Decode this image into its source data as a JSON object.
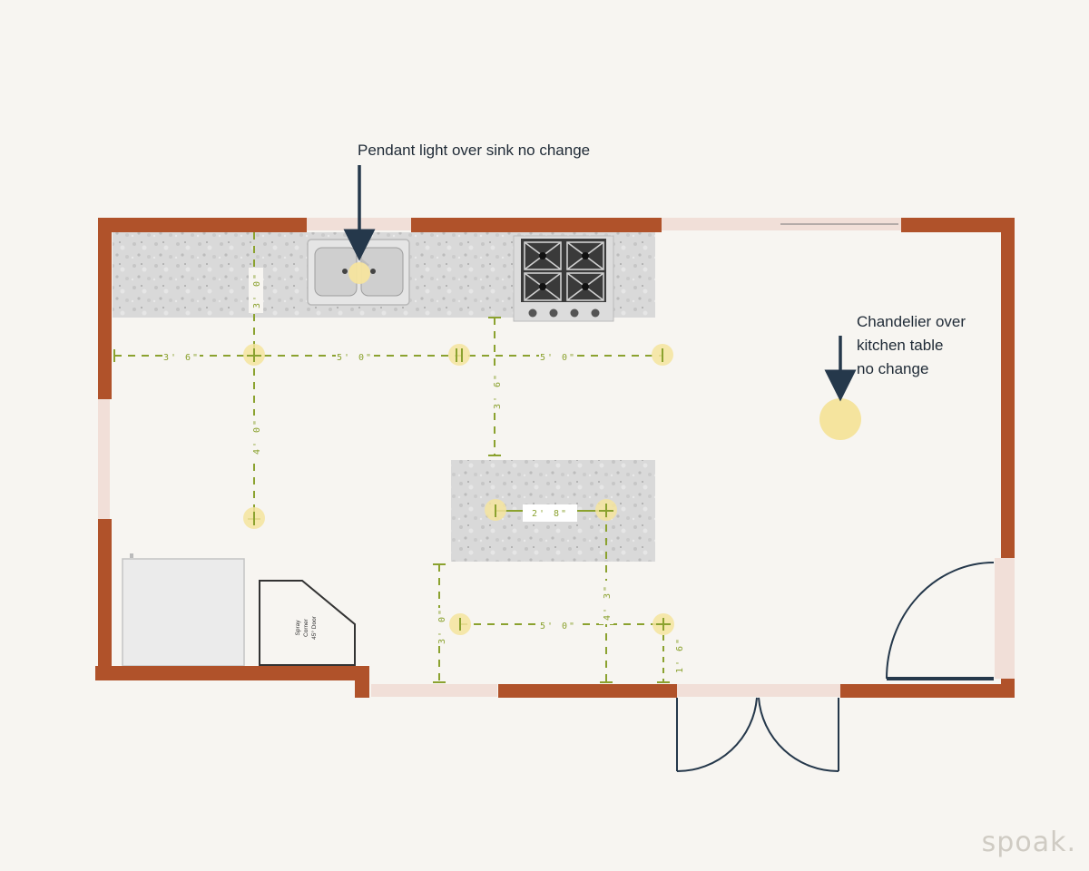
{
  "annotations": {
    "pendant": "Pendant light over sink no change",
    "chandelier_line1": "Chandelier over",
    "chandelier_line2": "kitchen table",
    "chandelier_line3": "no change"
  },
  "dimensions": {
    "left_3_6": "3' 6\"",
    "top_5_0_a": "5' 0\"",
    "top_5_0_b": "5' 0\"",
    "vert_3_0_top": "3' 0\"",
    "vert_4_0": "4' 0\"",
    "vert_3_6": "3' 6\"",
    "island_2_8": "2' 8\"",
    "bottom_5_0": "5' 0\"",
    "vert_3_0_bottom": "3' 0\"",
    "vert_4_3": "4' 3\"",
    "vert_1_6": "1' 6\""
  },
  "cabinet_label": {
    "line1": "Spray",
    "line2": "Corner",
    "line3": "45° Door"
  },
  "brand": "spoak.",
  "colors": {
    "wall": "#b0522a",
    "opening": "#f1dfd8",
    "dimension": "#8ba22f",
    "light": "#f5e49e",
    "arrow": "#25384b",
    "counter": "#d6d6d6"
  }
}
